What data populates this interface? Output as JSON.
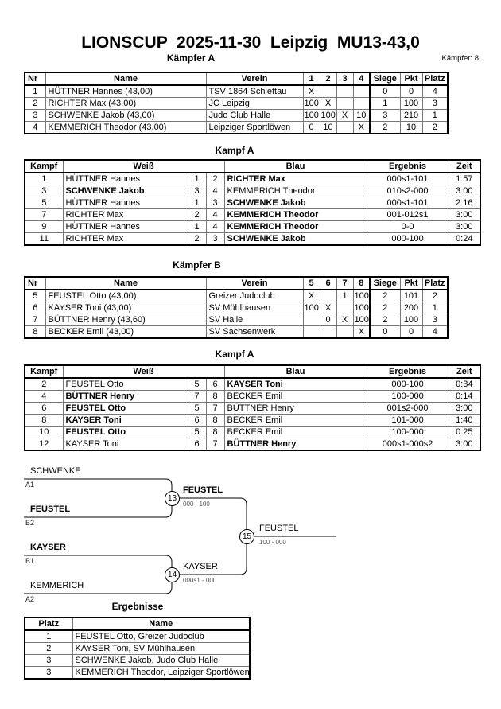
{
  "page": {
    "title": "LIONSCUP  2025-11-30  Leipzig  MU13-43,0",
    "fighters_count": "Kämpfer: 8"
  },
  "pool_a": {
    "heading": "Kämpfer A",
    "columns": {
      "nr": "Nr",
      "name": "Name",
      "verein": "Verein",
      "c1": "1",
      "c2": "2",
      "c3": "3",
      "c4": "4",
      "siege": "Siege",
      "pkt": "Pkt",
      "platz": "Platz"
    },
    "rows": [
      {
        "nr": "1",
        "name": "HÜTTNER Hannes  (43,00)",
        "verein": "TSV 1864 Schlettau",
        "r1": "X",
        "r2": "",
        "r3": "",
        "r4": "",
        "siege": "0",
        "pkt": "0",
        "platz": "4"
      },
      {
        "nr": "2",
        "name": "RICHTER Max  (43,00)",
        "verein": "JC Leipzig",
        "r1": "100",
        "r2": "X",
        "r3": "",
        "r4": "",
        "siege": "1",
        "pkt": "100",
        "platz": "3"
      },
      {
        "nr": "3",
        "name": "SCHWENKE Jakob  (43,00)",
        "verein": "Judo Club Halle",
        "r1": "100",
        "r2": "100",
        "r3": "X",
        "r4": "10",
        "siege": "3",
        "pkt": "210",
        "platz": "1"
      },
      {
        "nr": "4",
        "name": "KEMMERICH Theodor  (43,00)",
        "verein": "Leipziger Sportlöwen",
        "r1": "0",
        "r2": "10",
        "r3": "",
        "r4": "X",
        "siege": "2",
        "pkt": "10",
        "platz": "2"
      }
    ]
  },
  "matches_a": {
    "heading": "Kampf A",
    "columns": {
      "kampf": "Kampf",
      "weiss": "Weiß",
      "blau": "Blau",
      "ergebnis": "Ergebnis",
      "zeit": "Zeit"
    },
    "rows": [
      {
        "kampf": "1",
        "weiss": "HÜTTNER Hannes",
        "weiss_bold": false,
        "w_nr": "1",
        "b_nr": "2",
        "blau": "RICHTER Max",
        "blau_bold": true,
        "ergebnis": "000s1-101",
        "zeit": "1:57"
      },
      {
        "kampf": "3",
        "weiss": "SCHWENKE Jakob",
        "weiss_bold": true,
        "w_nr": "3",
        "b_nr": "4",
        "blau": "KEMMERICH Theodor",
        "blau_bold": false,
        "ergebnis": "010s2-000",
        "zeit": "3:00"
      },
      {
        "kampf": "5",
        "weiss": "HÜTTNER Hannes",
        "weiss_bold": false,
        "w_nr": "1",
        "b_nr": "3",
        "blau": "SCHWENKE Jakob",
        "blau_bold": true,
        "ergebnis": "000s1-101",
        "zeit": "2:16"
      },
      {
        "kampf": "7",
        "weiss": "RICHTER Max",
        "weiss_bold": false,
        "w_nr": "2",
        "b_nr": "4",
        "blau": "KEMMERICH Theodor",
        "blau_bold": true,
        "ergebnis": "001-012s1",
        "zeit": "3:00"
      },
      {
        "kampf": "9",
        "weiss": "HÜTTNER Hannes",
        "weiss_bold": false,
        "w_nr": "1",
        "b_nr": "4",
        "blau": "KEMMERICH Theodor",
        "blau_bold": true,
        "ergebnis": "0-0",
        "zeit": "3:00"
      },
      {
        "kampf": "11",
        "weiss": "RICHTER Max",
        "weiss_bold": false,
        "w_nr": "2",
        "b_nr": "3",
        "blau": "SCHWENKE Jakob",
        "blau_bold": true,
        "ergebnis": "000-100",
        "zeit": "0:24"
      }
    ]
  },
  "pool_b": {
    "heading": "Kämpfer B",
    "columns": {
      "nr": "Nr",
      "name": "Name",
      "verein": "Verein",
      "c1": "5",
      "c2": "6",
      "c3": "7",
      "c4": "8",
      "siege": "Siege",
      "pkt": "Pkt",
      "platz": "Platz"
    },
    "rows": [
      {
        "nr": "5",
        "name": "FEUSTEL Otto  (43,00)",
        "verein": "Greizer Judoclub",
        "r1": "X",
        "r2": "",
        "r3": "1",
        "r4": "100",
        "siege": "2",
        "pkt": "101",
        "platz": "2"
      },
      {
        "nr": "6",
        "name": "KAYSER Toni  (43,00)",
        "verein": "SV Mühlhausen",
        "r1": "100",
        "r2": "X",
        "r3": "",
        "r4": "100",
        "siege": "2",
        "pkt": "200",
        "platz": "1"
      },
      {
        "nr": "7",
        "name": "BÜTTNER Henry  (43,60)",
        "verein": "SV Halle",
        "r1": "",
        "r2": "0",
        "r3": "X",
        "r4": "100",
        "siege": "2",
        "pkt": "100",
        "platz": "3"
      },
      {
        "nr": "8",
        "name": "BECKER Emil  (43,00)",
        "verein": "SV Sachsenwerk",
        "r1": "",
        "r2": "",
        "r3": "",
        "r4": "X",
        "siege": "0",
        "pkt": "0",
        "platz": "4"
      }
    ]
  },
  "matches_b": {
    "heading": "Kampf A",
    "columns": {
      "kampf": "Kampf",
      "weiss": "Weiß",
      "blau": "Blau",
      "ergebnis": "Ergebnis",
      "zeit": "Zeit"
    },
    "rows": [
      {
        "kampf": "2",
        "weiss": "FEUSTEL Otto",
        "weiss_bold": false,
        "w_nr": "5",
        "b_nr": "6",
        "blau": "KAYSER Toni",
        "blau_bold": true,
        "ergebnis": "000-100",
        "zeit": "0:34"
      },
      {
        "kampf": "4",
        "weiss": "BÜTTNER Henry",
        "weiss_bold": true,
        "w_nr": "7",
        "b_nr": "8",
        "blau": "BECKER Emil",
        "blau_bold": false,
        "ergebnis": "100-000",
        "zeit": "0:14"
      },
      {
        "kampf": "6",
        "weiss": "FEUSTEL Otto",
        "weiss_bold": true,
        "w_nr": "5",
        "b_nr": "7",
        "blau": "BÜTTNER Henry",
        "blau_bold": false,
        "ergebnis": "001s2-000",
        "zeit": "3:00"
      },
      {
        "kampf": "8",
        "weiss": "KAYSER Toni",
        "weiss_bold": true,
        "w_nr": "6",
        "b_nr": "8",
        "blau": "BECKER Emil",
        "blau_bold": false,
        "ergebnis": "101-000",
        "zeit": "1:40"
      },
      {
        "kampf": "10",
        "weiss": "FEUSTEL Otto",
        "weiss_bold": true,
        "w_nr": "5",
        "b_nr": "8",
        "blau": "BECKER Emil",
        "blau_bold": false,
        "ergebnis": "100-000",
        "zeit": "0:25"
      },
      {
        "kampf": "12",
        "weiss": "KAYSER Toni",
        "weiss_bold": false,
        "w_nr": "6",
        "b_nr": "7",
        "blau": "BÜTTNER Henry",
        "blau_bold": true,
        "ergebnis": "000s1-000s2",
        "zeit": "3:00"
      }
    ]
  },
  "bracket": {
    "semi1": {
      "top_name": "SCHWENKE",
      "top_seed": "A1",
      "top_bold": false,
      "bottom_name": "FEUSTEL",
      "bottom_seed": "B2",
      "bottom_bold": true,
      "match_no": "13",
      "winner": "FEUSTEL",
      "winner_bold": true,
      "score": "000 - 100"
    },
    "semi2": {
      "top_name": "KAYSER",
      "top_seed": "B1",
      "top_bold": true,
      "bottom_name": "KEMMERICH",
      "bottom_seed": "A2",
      "bottom_bold": false,
      "match_no": "14",
      "winner": "KAYSER",
      "winner_bold": false,
      "score": "000s1 - 000"
    },
    "final": {
      "match_no": "15",
      "winner": "FEUSTEL",
      "winner_bold": false,
      "score": "100 - 000"
    }
  },
  "results": {
    "heading": "Ergebnisse",
    "columns": {
      "platz": "Platz",
      "name": "Name"
    },
    "rows": [
      {
        "platz": "1",
        "name": "FEUSTEL Otto, Greizer Judoclub"
      },
      {
        "platz": "2",
        "name": "KAYSER Toni, SV Mühlhausen"
      },
      {
        "platz": "3",
        "name": "SCHWENKE Jakob, Judo Club Halle"
      },
      {
        "platz": "3",
        "name": "KEMMERICH Theodor, Leipziger Sportlöwen"
      }
    ]
  }
}
